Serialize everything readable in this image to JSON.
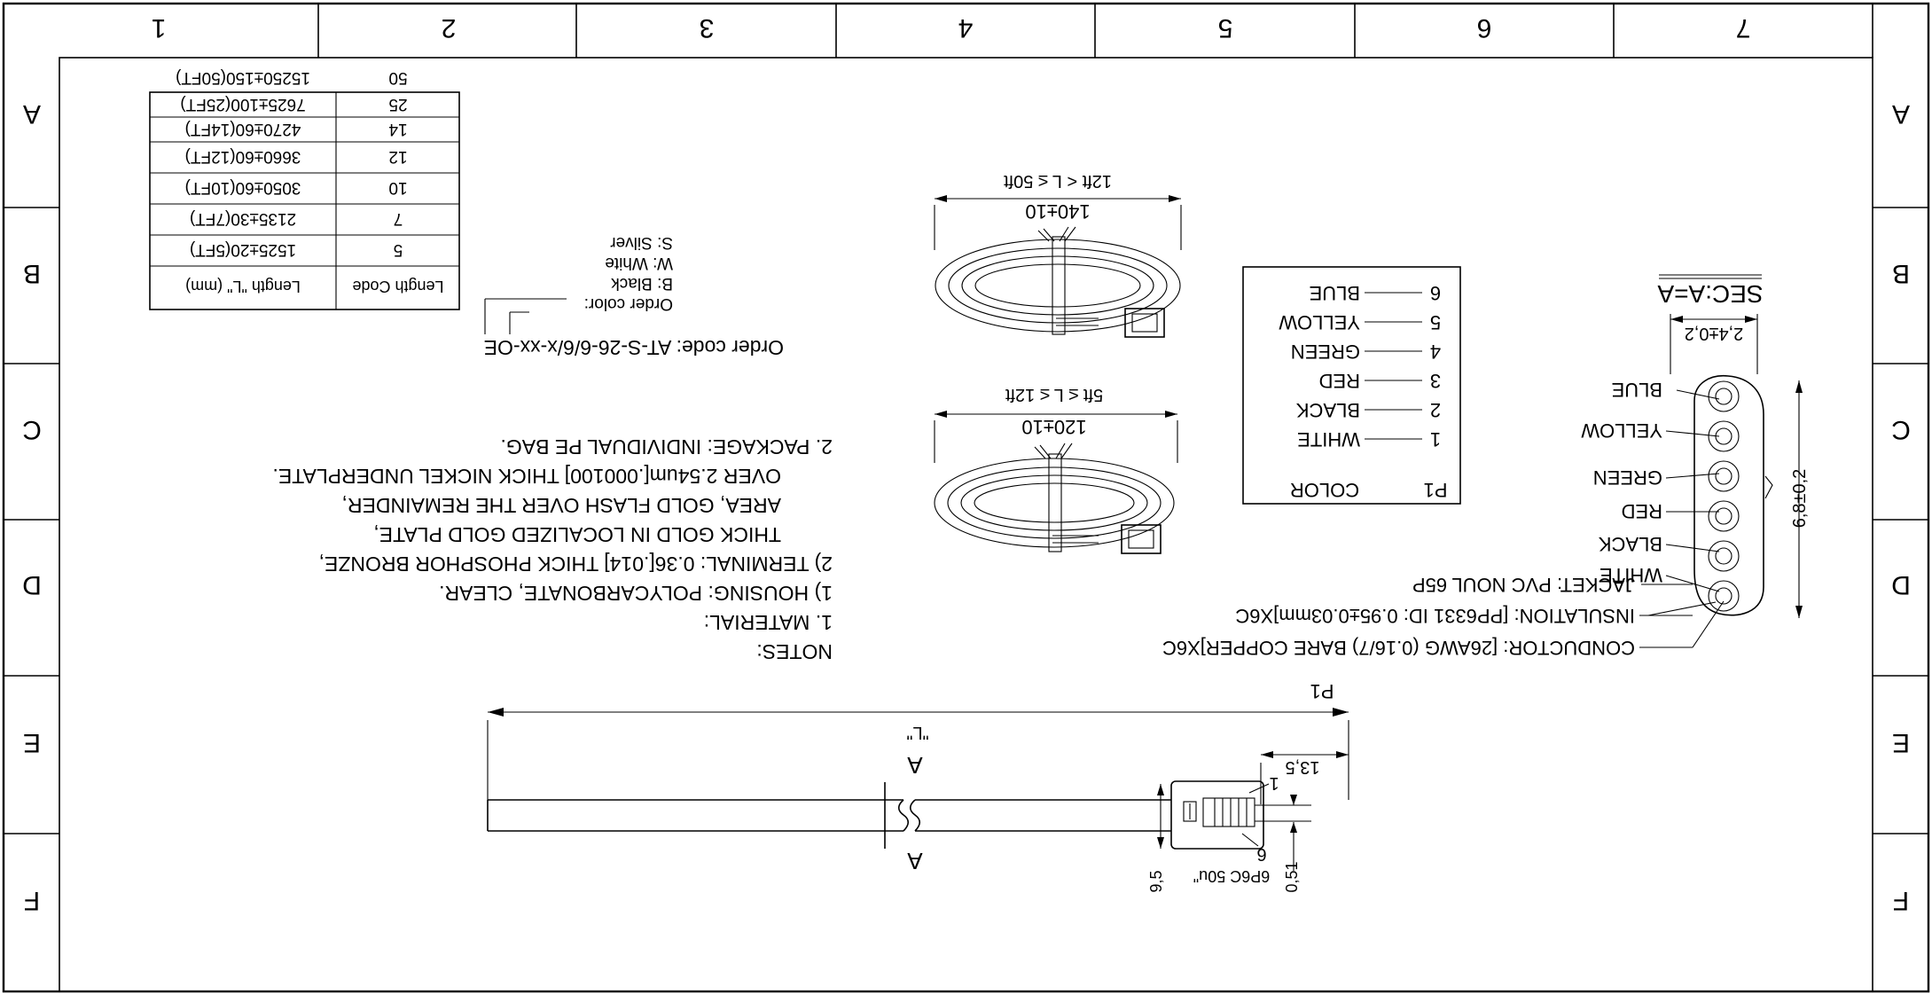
{
  "border": {
    "col_numbers": [
      "1",
      "2",
      "3",
      "4",
      "5",
      "6",
      "7"
    ],
    "row_letters": [
      "A",
      "B",
      "C",
      "D",
      "E",
      "F"
    ]
  },
  "section": {
    "title": "SEC:A=A",
    "width_dim": "2,4±0,2",
    "height_dim": "6,8±0,2",
    "wires": [
      "BLUE",
      "YELLOW",
      "GREEN",
      "RED",
      "BLACK",
      "WHITE"
    ]
  },
  "cable_spec": {
    "jacket": "JACKET: PVC NOUL 65P",
    "insulation": "INSULATION: [PP6331 ID: 0.95±0.03mm]X6C",
    "conductor": "CONDUCTOR: [26AWG (0.16/7) BARE COPPER]X6C"
  },
  "pinout": {
    "header_p": "P1",
    "header_color": "COLOR",
    "rows": [
      {
        "pin": "1",
        "color": "WHITE"
      },
      {
        "pin": "2",
        "color": "BLACK"
      },
      {
        "pin": "3",
        "color": "RED"
      },
      {
        "pin": "4",
        "color": "GREEN"
      },
      {
        "pin": "5",
        "color": "YELLOW"
      },
      {
        "pin": "6",
        "color": "BLUE"
      }
    ]
  },
  "coils": {
    "small_dim": "120±10",
    "small_range": "5ft ≤ L ≤ 12ft",
    "large_dim": "140±10",
    "large_range": "12ft < L ≤ 50ft"
  },
  "order": {
    "code": "Order code: AT-S-26-6/6/x-xx-OE",
    "color_title": "Order color:",
    "colors": [
      "B: Black",
      "W: White",
      "S: Silver"
    ]
  },
  "length_table": {
    "header_code": "Length Code",
    "header_length": "Length \"L\" (mm)",
    "rows": [
      {
        "code": "5",
        "length": "1525±20(5FT)"
      },
      {
        "code": "7",
        "length": "2135±30(7FT)"
      },
      {
        "code": "10",
        "length": "3050±60(10FT)"
      },
      {
        "code": "12",
        "length": "3660±60(12FT)"
      },
      {
        "code": "14",
        "length": "4270±60(14FT)"
      },
      {
        "code": "25",
        "length": "7625±100(25FT)"
      },
      {
        "code": "50",
        "length": "15250±150(50FT)"
      }
    ]
  },
  "notes": {
    "title": "NOTES:",
    "lines": [
      "1. MATERIAL:",
      "1) HOUSING: POLYCARBONATE, CLEAR.",
      "2) TERMINAL: 0.36[.014] THICK PHOSPHOR BRONZE,",
      "THICK GOLD IN LOCALIZED GOLD PLATE,",
      "AREA, GOLD FLASH OVER THE REMAINDER,",
      "OVER 2.54um[.000100] THICK NICKEL UNDERPLATE.",
      "2. PACKAGE: INDIVIDUAL PE BAG."
    ]
  },
  "assembly": {
    "p1_label": "P1",
    "length_label": "\"L\"",
    "plug_dim": "13,5",
    "pin1": "1",
    "pin6": "6",
    "plug_type": "6P6C 50u\"",
    "height_dim": "9,5",
    "pin_dim": "0,51",
    "section_mark": "A"
  }
}
